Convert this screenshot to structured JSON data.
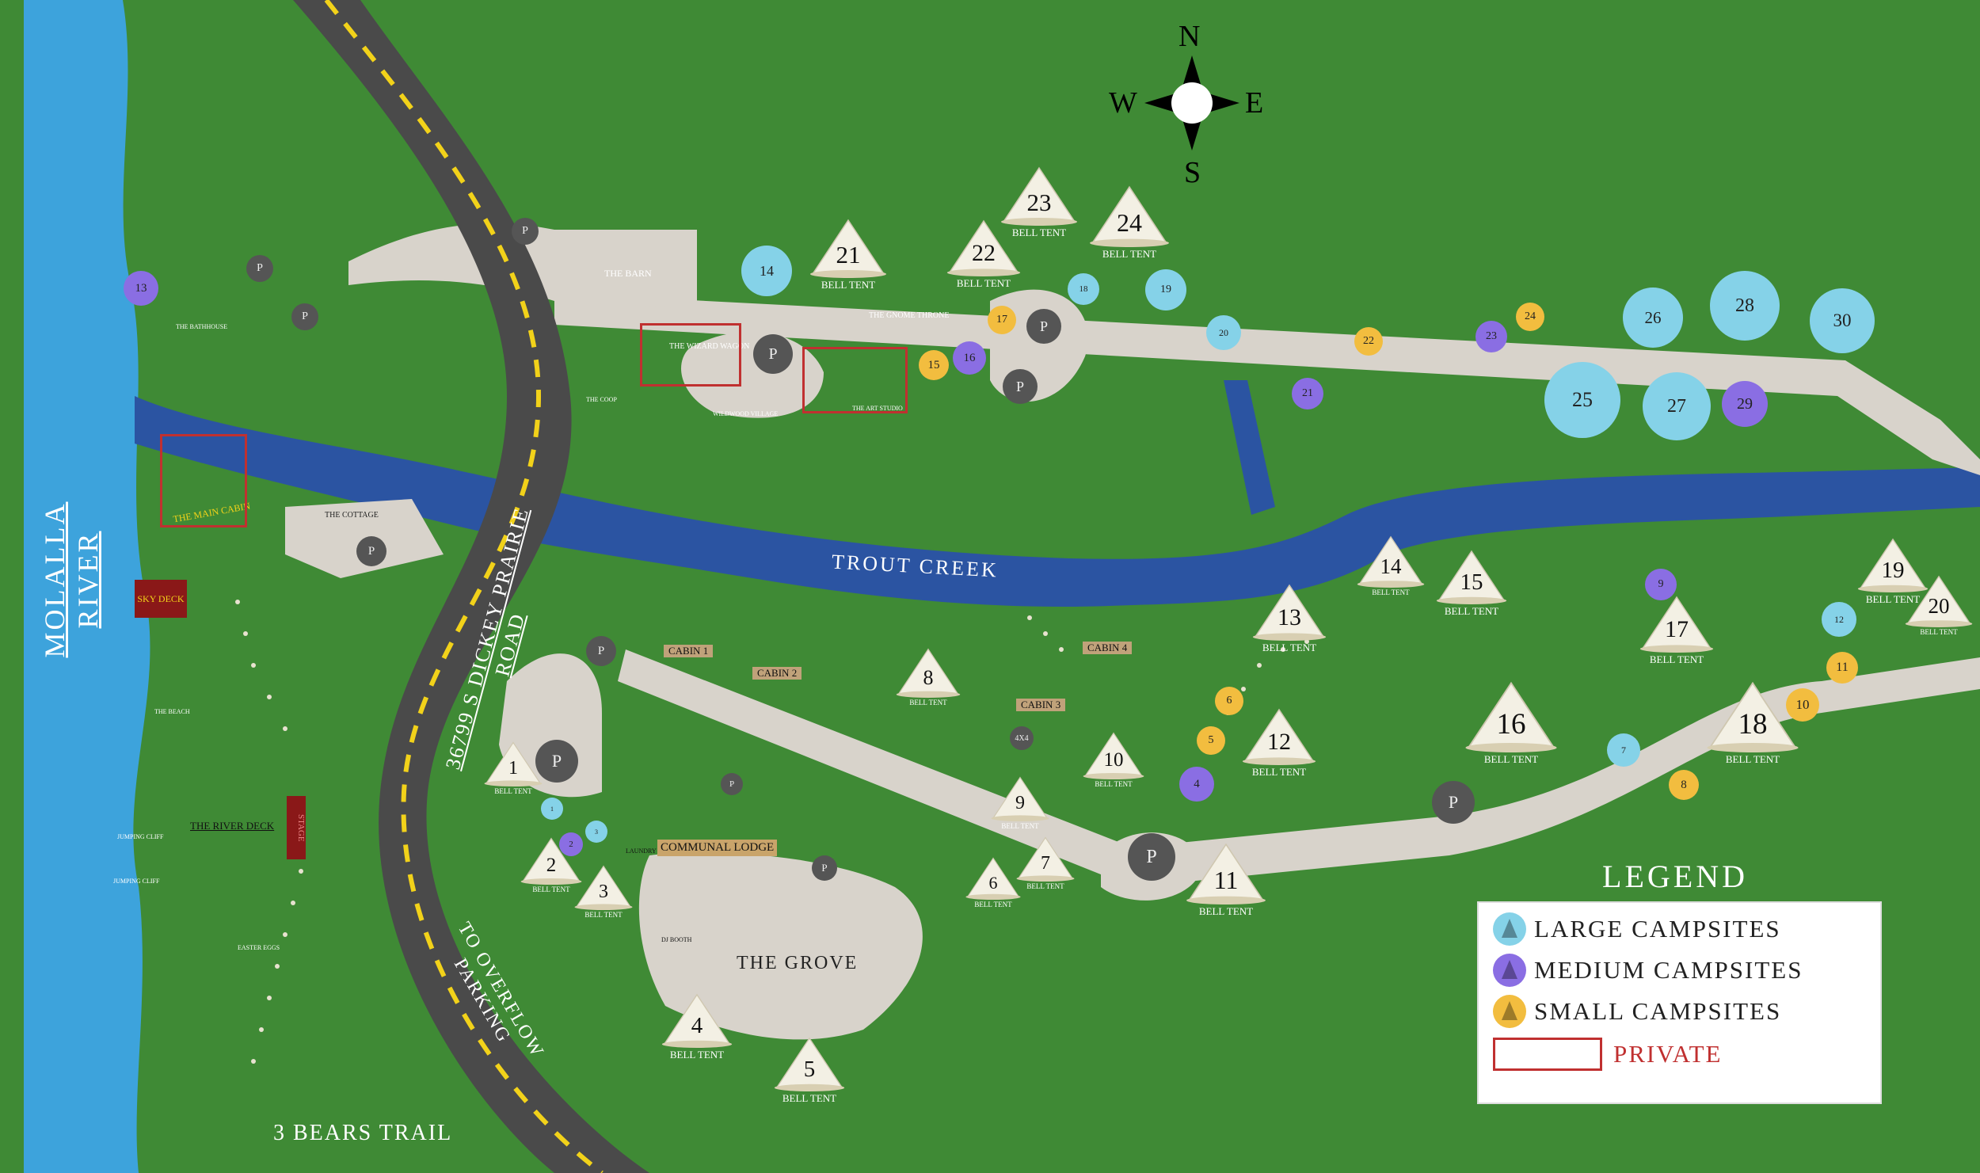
{
  "colors": {
    "grass": "#3f8a35",
    "river": "#3da3dc",
    "creek": "#2b54a2",
    "road": "#4a4a4a",
    "road_dash": "#f2d21a",
    "path": "#d8d3cb",
    "large": "#85d2e8",
    "medium": "#8a6ee3",
    "small": "#f2bd3f",
    "private": "#c03030",
    "tent": "#f3f0e4",
    "cabin": "#a0693f",
    "parking": "#555555"
  },
  "labels": {
    "river": "MOLALLA RIVER",
    "creek": "TROUT CREEK",
    "road": "36799 S DICKEY PRAIRIE ROAD",
    "overflow": "TO OVERFLOW PARKING",
    "grove": "THE GROVE",
    "trail": "3 BEARS TRAIL",
    "lodge": "COMMUNAL LODGE",
    "barn": "THE BARN",
    "main_cabin": "THE MAIN CABIN",
    "cottage": "THE COTTAGE",
    "river_deck": "THE RIVER DECK",
    "stage": "STAGE",
    "sky_deck": "SKY DECK",
    "wizard_wagon": "THE WIZARD WAGON",
    "gnome_throne": "THE GNOME THRONE",
    "art_studio": "THE ART STUDIO",
    "bathhouse": "THE BATHHOUSE",
    "coop": "THE COOP",
    "village": "WILDWOOD VILLAGE",
    "beach": "THE BEACH",
    "jumping_cliff_1": "JUMPING CLIFF",
    "jumping_cliff_2": "JUMPING CLIFF",
    "easter_eggs": "EASTER EGGS",
    "dj_booth": "DJ BOOTH",
    "laundry": "LAUNDRY"
  },
  "compass": {
    "n": "N",
    "s": "S",
    "e": "E",
    "w": "W"
  },
  "legend": {
    "title": "LEGEND",
    "large": "LARGE CAMPSITES",
    "medium": "MEDIUM CAMPSITES",
    "small": "SMALL CAMPSITES",
    "private": "PRIVATE"
  },
  "cabins": [
    "CABIN 1",
    "CABIN 2",
    "CABIN 3",
    "CABIN 4"
  ],
  "bell_tents": [
    "1",
    "2",
    "3",
    "4",
    "5",
    "6",
    "7",
    "8",
    "9",
    "10",
    "11",
    "12",
    "13",
    "14",
    "15",
    "16",
    "17",
    "18",
    "19",
    "20",
    "21",
    "22",
    "23",
    "24"
  ],
  "bell_tent_caption": "BELL TENT",
  "large_campsites": [
    "14",
    "18",
    "19",
    "20",
    "25",
    "26",
    "27",
    "28",
    "30",
    "1",
    "3",
    "7",
    "12"
  ],
  "medium_campsites": [
    "13",
    "16",
    "21",
    "23",
    "29",
    "9",
    "4",
    "2"
  ],
  "small_campsites": [
    "15",
    "17",
    "22",
    "24",
    "6",
    "5",
    "8",
    "10",
    "11"
  ],
  "parking_label": "P",
  "parking_4x4": "4X4"
}
